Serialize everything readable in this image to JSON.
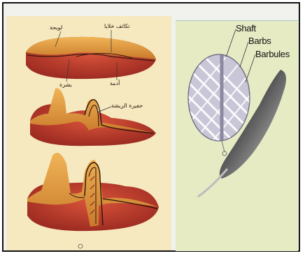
{
  "left_diagram": {
    "labels": {
      "top_left": "لويحة",
      "top_right": "تكاثف خلايا",
      "bottom_left": "بشرة",
      "bottom_mid": "أدمة",
      "stage2": "حفيرة الريشة"
    }
  },
  "feather_diagram": {
    "labels": {
      "shaft": "Shaft",
      "barbs": "Barbs",
      "barbules": "Barbules"
    }
  },
  "colors": {
    "dermis_red": "#b8372a",
    "epidermis_orange": "#e19a3c",
    "feather_dark": "#222222",
    "magnifier_fill": "#c9c6d8"
  }
}
